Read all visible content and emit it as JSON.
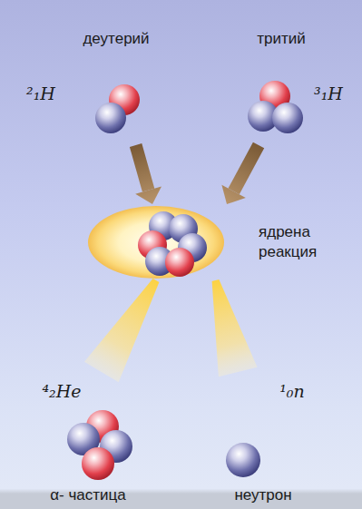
{
  "diagram": {
    "nodes": [
      {
        "text": [
          "деутерий",
          "²₁H"
        ]
      },
      {
        "text": [
          "тритий",
          "³₁H"
        ]
      },
      {
        "text": [
          "ядрена реакция"
        ]
      },
      {
        "text": [
          "⁴₂He",
          "α- частица"
        ]
      },
      {
        "text": [
          "¹₀n",
          "неутрон"
        ]
      }
    ],
    "edges": [
      {
        "from": 0,
        "to": 2,
        "arrow": "to"
      },
      {
        "from": 1,
        "to": 2,
        "arrow": "to"
      },
      {
        "from": 2,
        "to": 3,
        "arrow": "none"
      },
      {
        "from": 2,
        "to": 4,
        "arrow": "none"
      }
    ]
  }
}
